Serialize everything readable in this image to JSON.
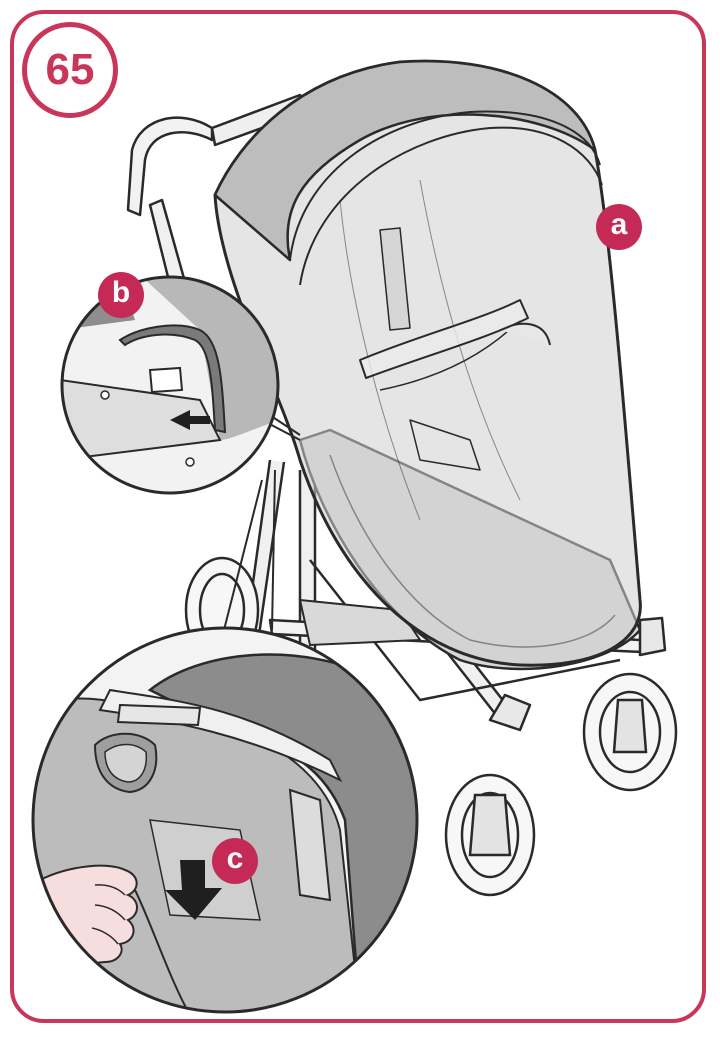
{
  "step": {
    "number": "65"
  },
  "callouts": {
    "a": "a",
    "b": "b",
    "c": "c"
  },
  "colors": {
    "accent": "#c8365a",
    "callout_fill": "#c42a55",
    "mesh_gray": "#bdbdbd",
    "line": "#2a2a2a"
  },
  "icons": [
    "down-arrow-icon",
    "hand-icon"
  ]
}
